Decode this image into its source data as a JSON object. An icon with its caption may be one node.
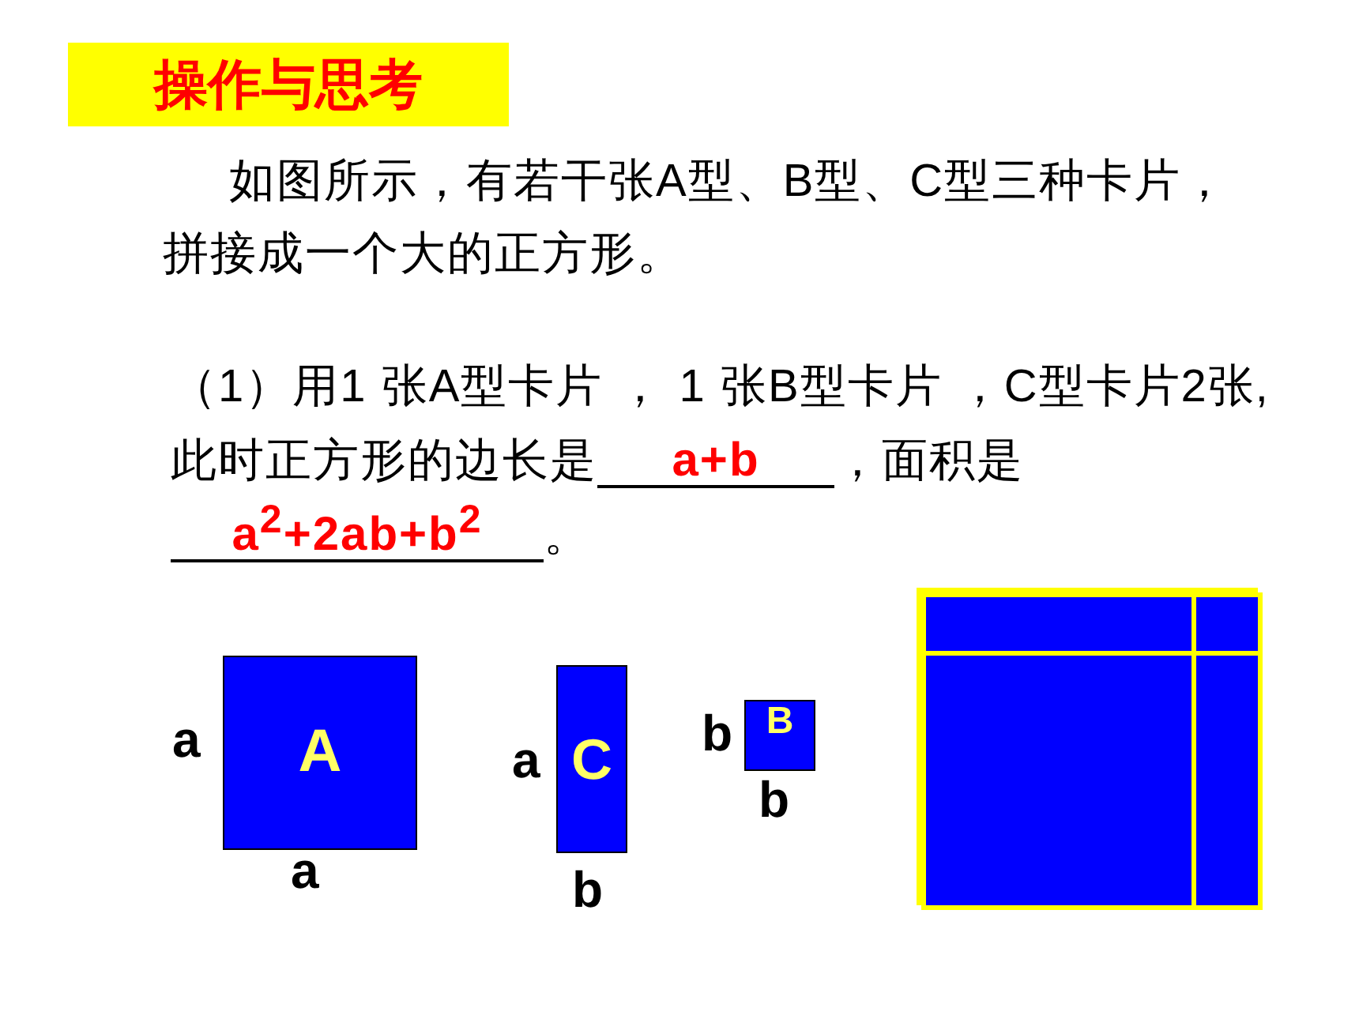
{
  "diagram": {
    "title": "操作与思考",
    "nodes": [
      {
        "text": [
          "A"
        ],
        "beside": [
          "a",
          "a"
        ]
      },
      {
        "text": [
          "C"
        ],
        "beside": [
          "a",
          "b"
        ]
      },
      {
        "text": [
          "B"
        ],
        "beside": [
          "b",
          "b"
        ]
      },
      {
        "text": [],
        "shape": "box"
      },
      {
        "text": [],
        "shape": "box",
        "in": 3
      },
      {
        "text": [],
        "shape": "box",
        "in": 3
      },
      {
        "text": [],
        "shape": "box",
        "in": 3
      },
      {
        "text": [],
        "shape": "box",
        "in": 3
      }
    ],
    "labels": [
      "如图所示，有若干张A型、B型、C型三种卡片，拼接成一个大的正方形。",
      "（1）用1 张A型卡片 ， 1 张B型卡片 ，C型卡片2张,此时正方形的边长是",
      "a+b",
      "，面积是",
      "a$^{2}$+2ab+b$^{2}$",
      "。"
    ]
  }
}
